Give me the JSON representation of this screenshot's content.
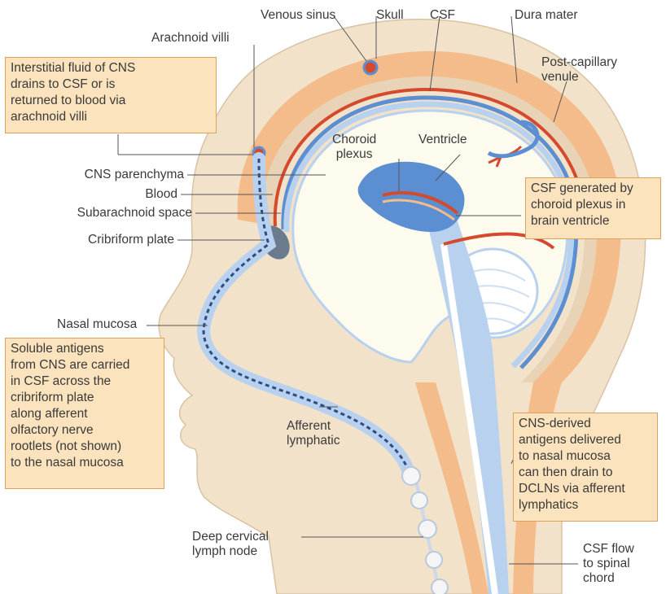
{
  "labels": {
    "venous_sinus": "Venous sinus",
    "skull": "Skull",
    "csf": "CSF",
    "dura_mater": "Dura mater",
    "arachnoid_villi": "Arachnoid villi",
    "post_capillary_venule": [
      "Post-capillary",
      "venule"
    ],
    "choroid_plexus": [
      "Choroid",
      "plexus"
    ],
    "ventricle": "Ventricle",
    "cns_parenchyma": "CNS parenchyma",
    "blood": "Blood",
    "subarachnoid_space": "Subarachnoid space",
    "cribriform_plate": "Cribriform plate",
    "nasal_mucosa": "Nasal mucosa",
    "afferent_lymphatic": [
      "Afferent",
      "lymphatic"
    ],
    "deep_cervical_lymph_node": [
      "Deep cervical",
      "lymph node"
    ],
    "csf_flow": [
      "CSF flow",
      "to spinal",
      "chord"
    ]
  },
  "callouts": {
    "interstitial": [
      "Interstitial fluid of CNS",
      "drains to CSF or is",
      "returned to blood via",
      "arachnoid villi"
    ],
    "csf_generated": [
      "CSF generated by",
      "choroid plexus in",
      "brain ventricle"
    ],
    "soluble_antigens": [
      "Soluble antigens",
      "from CNS are carried",
      "in CSF across the",
      "cribriform plate",
      "along afferent",
      "olfactory nerve",
      "rootlets (not shown)",
      "to the nasal mucosa"
    ],
    "cns_derived": [
      "CNS-derived",
      "antigens delivered",
      "to nasal mucosa",
      "can then drain to",
      "DCLNs via afferent",
      "lymphatics"
    ]
  },
  "colors": {
    "skin": "#f2e2c9",
    "skull": "#f4bc8b",
    "dura": "#e8d3b6",
    "blood": "#d44a2e",
    "csf_blue": "#5b8fd2",
    "light_blue": "#b8d1ee",
    "brain": "#fdfaee",
    "box_fill": "#fbe3bd",
    "box_border": "#d9a35d"
  }
}
